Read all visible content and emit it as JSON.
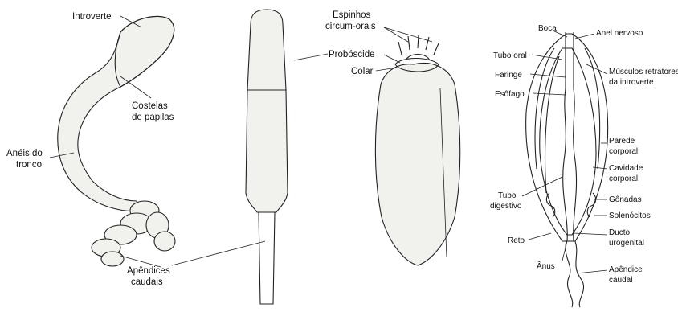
{
  "figure_1": {
    "introverte": "Introverte",
    "costelas_l1": "Costelas",
    "costelas_l2": "de papilas",
    "aneis_l1": "Anéis do",
    "aneis_l2": "tronco"
  },
  "shared": {
    "apendices_l1": "Apêndices",
    "apendices_l2": "caudais"
  },
  "figure_2": {
    "proboscide": "Probóscide"
  },
  "figure_3": {
    "espinhos_l1": "Espinhos",
    "espinhos_l2": "circum-orais",
    "colar": "Colar"
  },
  "figure_4": {
    "boca": "Boca",
    "anel_nervoso": "Anel nervoso",
    "tubo_oral": "Tubo oral",
    "faringe": "Faringe",
    "esofago": "Esôfago",
    "musculos_l1": "Músculos retratores",
    "musculos_l2": "da introverte",
    "parede_l1": "Parede",
    "parede_l2": "corporal",
    "cavidade_l1": "Cavidade",
    "cavidade_l2": "corporal",
    "gonadas": "Gônadas",
    "tubo_l1": "Tubo",
    "tubo_l2": "digestivo",
    "solenocitos": "Solenócitos",
    "ducto_l1": "Ducto",
    "ducto_l2": "urogenital",
    "reto": "Reto",
    "anus": "Ânus",
    "apendice_l1": "Apêndice",
    "apendice_l2": "caudal"
  },
  "colors": {
    "ink": "#222222",
    "body_fill": "#f1f1ee",
    "background": "#ffffff"
  }
}
